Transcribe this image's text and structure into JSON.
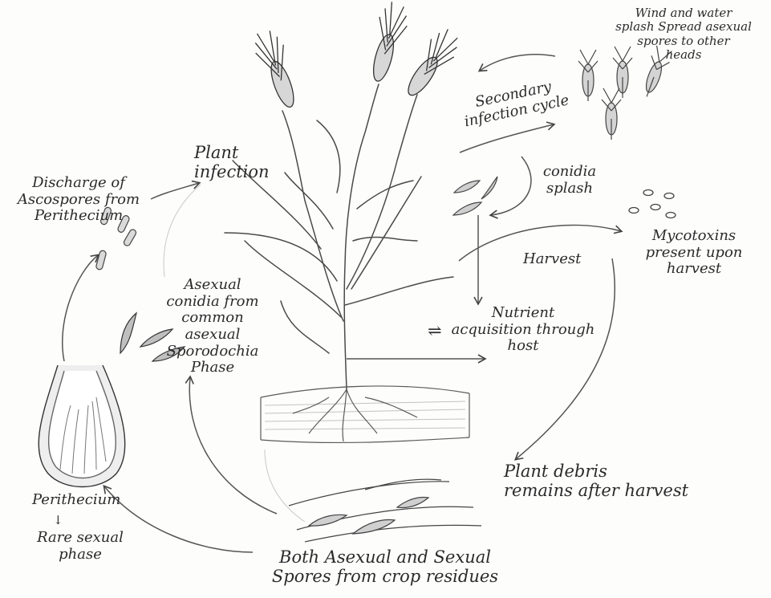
{
  "labels": {
    "wind_splash": "Wind and water\nsplash Spread asexual\nspores to other\nheads",
    "secondary_cycle": "Secondary\ninfection cycle",
    "conidia_splash": "conidia\nsplash",
    "mycotoxins": "Mycotoxins\npresent upon\nharvest",
    "harvest": "Harvest",
    "nutrient": "Nutrient\nacquisition through\nhost",
    "plant_infection": "Plant\ninfection",
    "discharge": "Discharge of\nAscospores from\nPerithecium",
    "asexual_conidia": "Asexual\nconidia from\ncommon\nasexual\nSporodochia\nPhase",
    "perithecium": "Perithecium",
    "rare_sexual": "Rare sexual\nphase",
    "plant_debris": "Plant debris\nremains after harvest",
    "crop_residues": "Both Asexual and Sexual\nSpores from crop residues",
    "equilibrium_symbol": "⇌"
  },
  "colors": {
    "ink": "#2b2b2b",
    "pencil": "#555555",
    "shade": "#9a9a9a"
  }
}
